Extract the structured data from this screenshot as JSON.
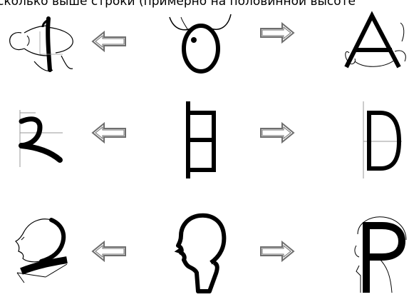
{
  "caption": {
    "text": "сколько выше строки (примерно на половинной высоте"
  },
  "rows": [
    {
      "left": "head-bull-rotated",
      "middle": "bull-head",
      "right": "letter-A"
    },
    {
      "left": "arabic-dal",
      "middle": "ladder-glyph",
      "right": "letter-D"
    },
    {
      "left": "head-profile-rotated",
      "middle": "head-profile",
      "right": "letter-P"
    }
  ],
  "arrows": {
    "left": "arrow-left-icon",
    "right": "arrow-right-icon"
  },
  "colors": {
    "ink": "#000000",
    "guide": "#9a9a9a",
    "arrow_outline": "#6e6e6e"
  }
}
